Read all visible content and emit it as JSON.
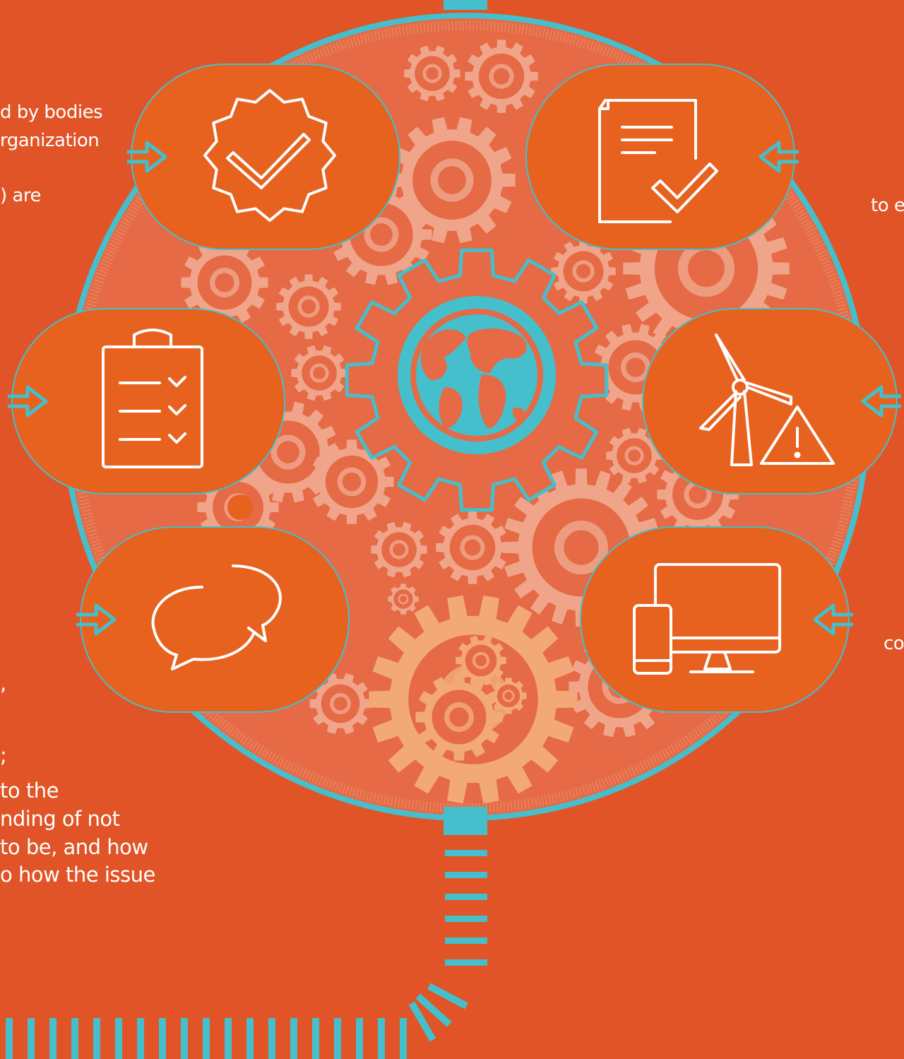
{
  "colors": {
    "background": "#e05427",
    "disc": "#e56a45",
    "gear_light": "#f0a58a",
    "gear_peach": "#f2a877",
    "pill": "#e7621f",
    "teal": "#45bfcc",
    "white": "#ffffff"
  },
  "left_text": {
    "top_lines": [
      "d by bodies",
      "rganization",
      ") are"
    ],
    "bottom_lines": [
      ",",
      ";",
      "to the",
      "nding of not",
      " to be, and how",
      "o how the issue"
    ]
  },
  "right_text": {
    "line1": "to e",
    "line2": "co"
  },
  "hub": {
    "icon": "globe-icon"
  },
  "nodes": [
    {
      "icon": "certified-badge-icon"
    },
    {
      "icon": "approved-document-icon"
    },
    {
      "icon": "checklist-clipboard-icon"
    },
    {
      "icon": "wind-turbine-warning-icon"
    },
    {
      "icon": "speech-bubbles-icon"
    },
    {
      "icon": "devices-icon"
    }
  ]
}
